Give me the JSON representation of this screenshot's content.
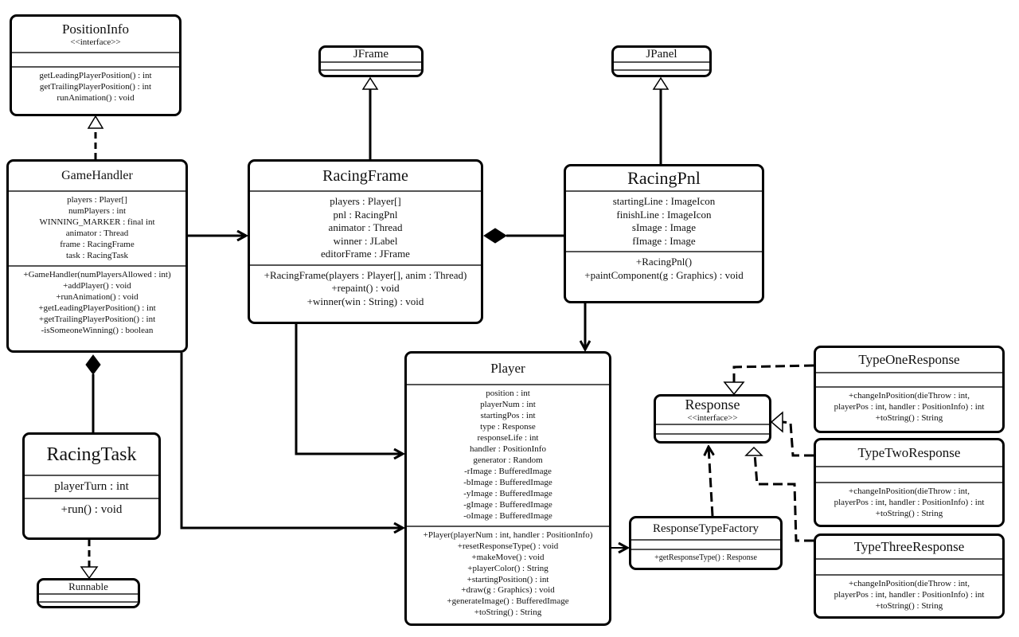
{
  "classes": [
    {
      "id": "positioninfo",
      "name": "PositionInfo",
      "stereotype": "<<interface>>",
      "attributes": [],
      "methods": [
        "getLeadingPlayerPosition() : int",
        "getTrailingPlayerPosition() : int",
        "runAnimation() : void"
      ]
    },
    {
      "id": "jframe",
      "name": "JFrame",
      "attributes": [],
      "methods": []
    },
    {
      "id": "jpanel",
      "name": "JPanel",
      "attributes": [],
      "methods": []
    },
    {
      "id": "gamehandler",
      "name": "GameHandler",
      "attributes": [
        "players : Player[]",
        "numPlayers : int",
        "WINNING_MARKER : final int",
        "animator : Thread",
        "frame : RacingFrame",
        "task : RacingTask"
      ],
      "methods": [
        "+GameHandler(numPlayersAllowed : int)",
        "+addPlayer() : void",
        "+runAnimation() : void",
        "+getLeadingPlayerPosition() : int",
        "+getTrailingPlayerPosition() : int",
        "-isSomeoneWinning() : boolean"
      ]
    },
    {
      "id": "racingframe",
      "name": "RacingFrame",
      "attributes": [
        "players : Player[]",
        "pnl : RacingPnl",
        "animator : Thread",
        "winner : JLabel",
        "editorFrame : JFrame"
      ],
      "methods": [
        "+RacingFrame(players : Player[], anim : Thread)",
        "+repaint() : void",
        "+winner(win : String) : void"
      ]
    },
    {
      "id": "racingpnl",
      "name": "RacingPnl",
      "attributes": [
        "startingLine : ImageIcon",
        "finishLine : ImageIcon",
        "sImage : Image",
        "fImage : Image"
      ],
      "methods": [
        "+RacingPnl()",
        "+paintComponent(g : Graphics) : void"
      ]
    },
    {
      "id": "player",
      "name": "Player",
      "attributes": [
        "position : int",
        "playerNum : int",
        "startingPos : int",
        "type : Response",
        "responseLife : int",
        "handler : PositionInfo",
        "generator : Random",
        "-rImage : BufferedImage",
        "-bImage : BufferedImage",
        "-yImage : BufferedImage",
        "-gImage : BufferedImage",
        "-oImage : BufferedImage"
      ],
      "methods": [
        "+Player(playerNum : int, handler : PositionInfo)",
        "+resetResponseType() : void",
        "+makeMove() : void",
        "+playerColor() : String",
        "+startingPosition() : int",
        "+draw(g : Graphics) : void",
        "+generateImage() : BufferedImage",
        "+toString() : String"
      ]
    },
    {
      "id": "racingtask",
      "name": "RacingTask",
      "attributes": [
        "playerTurn : int"
      ],
      "methods": [
        "+run() : void"
      ]
    },
    {
      "id": "runnable",
      "name": "Runnable",
      "attributes": [],
      "methods": []
    },
    {
      "id": "response",
      "name": "Response",
      "stereotype": "<<interface>>",
      "attributes": [],
      "methods": []
    },
    {
      "id": "responsetypefactory",
      "name": "ResponseTypeFactory",
      "attributes": [],
      "methods": [
        "+getResponseType() : Response"
      ]
    },
    {
      "id": "typeoneresponse",
      "name": "TypeOneResponse",
      "attributes": [],
      "methods": [
        "+changeInPosition(dieThrow : int,",
        "playerPos : int, handler : PositionInfo) : int",
        "+toString() : String"
      ]
    },
    {
      "id": "typetworesponse",
      "name": "TypeTwoResponse",
      "attributes": [],
      "methods": [
        "+changeInPosition(dieThrow : int,",
        "playerPos : int, handler : PositionInfo) : int",
        "+toString() : String"
      ]
    },
    {
      "id": "typethreeresponse",
      "name": "TypeThreeResponse",
      "attributes": [],
      "methods": [
        "+changeInPosition(dieThrow : int,",
        "playerPos : int, handler : PositionInfo) : int",
        "+toString() : String"
      ]
    }
  ]
}
